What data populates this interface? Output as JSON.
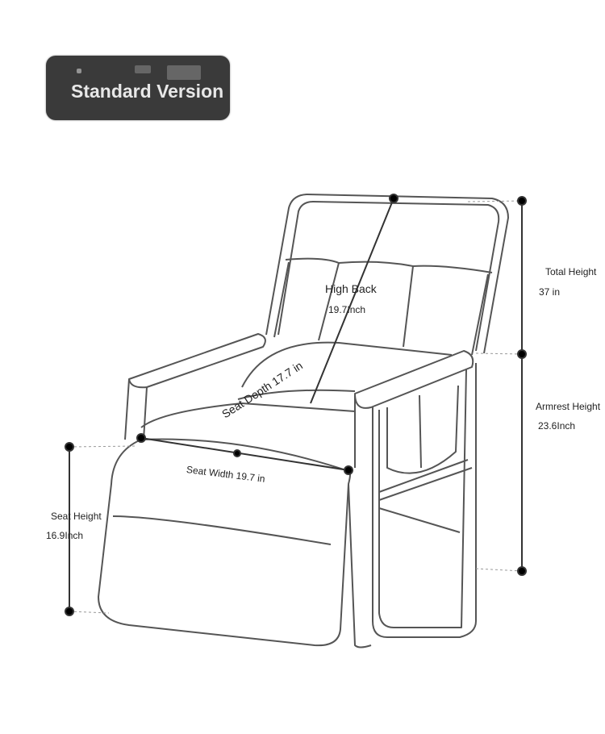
{
  "badge": {
    "label": "Standard Version"
  },
  "dimensions": {
    "total_height": {
      "label": "Total Height",
      "value": "37 in"
    },
    "armrest_height": {
      "label": "Armrest Height",
      "value": "23.6Inch"
    },
    "seat_height": {
      "label": "Seat Height",
      "value": "16.9Inch"
    },
    "high_back": {
      "label": "High Back",
      "value": "19.7Inch"
    },
    "seat_depth": {
      "text": "Seat Depth 17.7 in"
    },
    "seat_width": {
      "text": "Seat Width 19.7 in"
    }
  }
}
